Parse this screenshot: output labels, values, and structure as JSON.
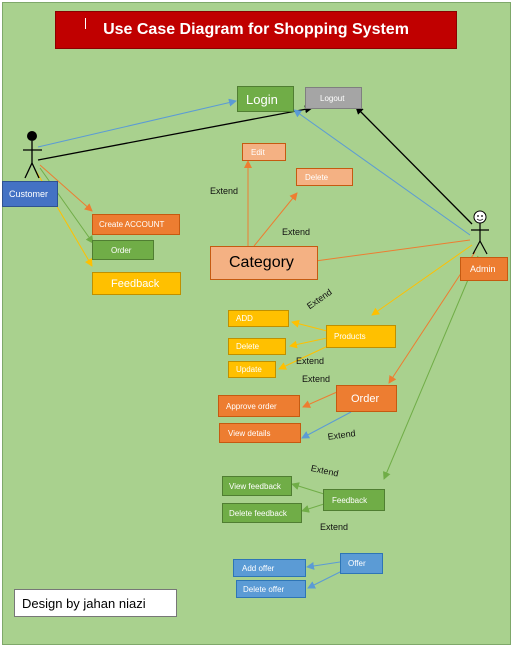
{
  "title": "Use Case Diagram for Shopping System",
  "actors": {
    "customer": "Customer",
    "admin": "Admin"
  },
  "use_cases": {
    "login": "Login",
    "logout": "Logout",
    "create_account": "Create ACCOUNT",
    "order_customer": "Order",
    "feedback_customer": "Feedback",
    "edit": "Edit",
    "delete_category": "Delete",
    "category": "Category",
    "add": "ADD",
    "delete_product": "Delete",
    "update": "Update",
    "products": "Products",
    "order_admin": "Order",
    "approve_order": "Approve order",
    "view_details": "View details",
    "view_feedback": "View feedback",
    "delete_feedback": "Delete feedback",
    "feedback_admin": "Feedback",
    "add_offer": "Add offer",
    "delete_offer": "Delete offer",
    "offer": "Offer"
  },
  "extend_label": "Extend",
  "credit": "Design by jahan niazi",
  "colors": {
    "background": "#a9d18e",
    "title_bg": "#c00000",
    "green_box": "#70ad47",
    "gray_box": "#a5a5a5",
    "salmon_box": "#f4b183",
    "orange_box": "#ed7d31",
    "yellow_box": "#ffc000",
    "blue_box": "#5b9bd5",
    "blue_line": "#5b9bd5",
    "orange_line": "#ed7d31",
    "yellow_line": "#ffc000",
    "green_line": "#70ad47"
  }
}
